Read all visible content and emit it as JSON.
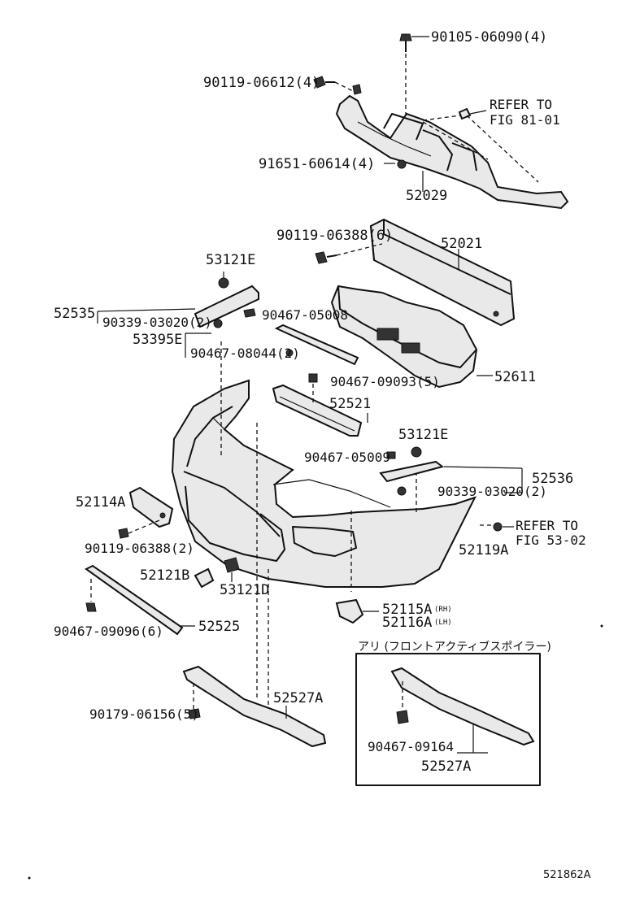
{
  "diagram": {
    "labels": {
      "p90105": "90105-06090(4)",
      "p90119a": "90119-06612(4)",
      "refer1": "REFER TO",
      "refer1b": "FIG 81-01",
      "p91651": "91651-60614(4)",
      "p52029": "52029",
      "p90119b": "90119-06388(6)",
      "p52021": "52021",
      "p53121e_a": "53121E",
      "p52535": "52535",
      "p90339a": "90339-03020(2)",
      "p90467_0500": "90467-05008",
      "p53395e": "53395E",
      "p90467_0804": "90467-08044(2)",
      "p90467_0909": "90467-09093(5)",
      "p52611": "52611",
      "p52521": "52521",
      "p53121e_b": "53121E",
      "p90467_0500b": "90467-05009",
      "p52536": "52536",
      "p52114a": "52114A",
      "p90339b": "90339-03020(2)",
      "refer2": "REFER TO",
      "refer2b": "FIG 53-02",
      "p90119c": "90119-06388(2)",
      "p52119a": "52119A",
      "p52121b": "52121B",
      "p53121d": "53121D",
      "p52115a": "52115A",
      "p52115a_s": "(RH)",
      "p52116a": "52116A",
      "p52116a_s": "(LH)",
      "p90467_09096": "90467-09096(6)",
      "p52525": "52525",
      "p52527a": "52527A",
      "p90179": "90179-06156(5)",
      "box_title": "アリ (フロントアクティブスポイラー)",
      "p90467_09164": "90467-09164",
      "p52527a_box": "52527A",
      "fig_code": "521862A"
    }
  }
}
